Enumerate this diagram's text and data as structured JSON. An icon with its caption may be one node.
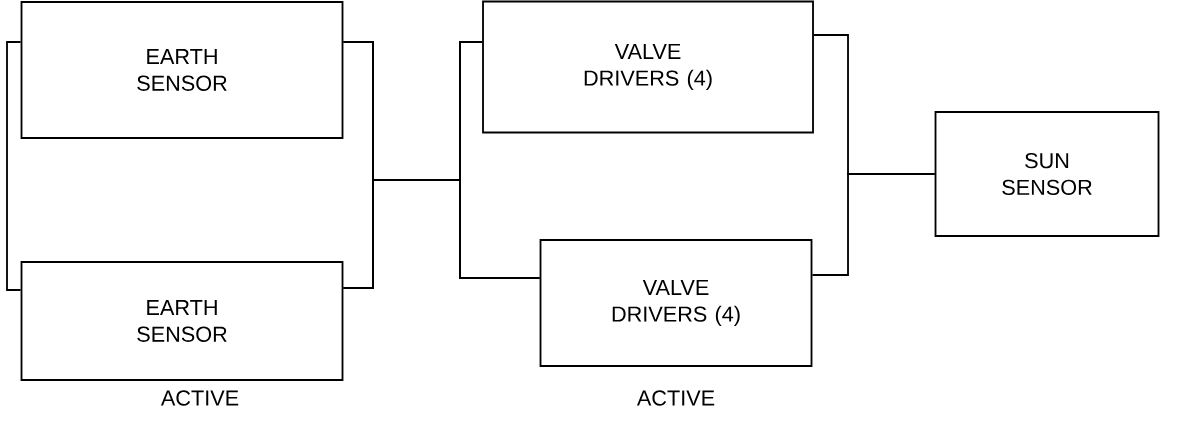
{
  "diagram": {
    "nodes": [
      {
        "text": [
          "EARTH SENSOR"
        ]
      },
      {
        "text": [
          "EARTH SENSOR"
        ]
      },
      {
        "text": [
          "VALVE DRIVERS (4)"
        ]
      },
      {
        "text": [
          "VALVE DRIVERS (4)"
        ]
      },
      {
        "text": [
          "SUN SENSOR"
        ]
      }
    ],
    "edges": [
      {
        "from": 0,
        "to": 1,
        "arrow": "none"
      },
      {
        "from": 0,
        "to": 2,
        "arrow": "none"
      },
      {
        "from": 0,
        "to": 3,
        "arrow": "none"
      },
      {
        "from": 1,
        "to": 2,
        "arrow": "none"
      },
      {
        "from": 1,
        "to": 3,
        "arrow": "none"
      },
      {
        "from": 2,
        "to": 4,
        "arrow": "none"
      },
      {
        "from": 3,
        "to": 4,
        "arrow": "none"
      }
    ],
    "labels": [
      "ACTIVE",
      "ACTIVE"
    ]
  }
}
